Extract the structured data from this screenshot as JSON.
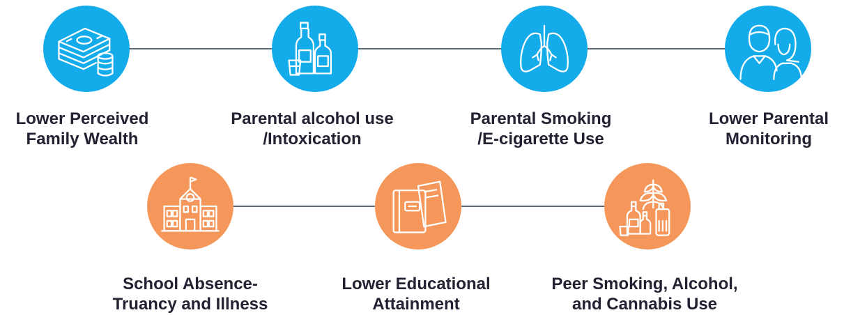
{
  "top_row": [
    {
      "id": "wealth",
      "icon": "money-stack-icon",
      "color": "#14abea",
      "label": [
        "Lower Perceived",
        "Family Wealth"
      ]
    },
    {
      "id": "parental-alcohol",
      "icon": "alcohol-bottles-icon",
      "color": "#14abea",
      "label": [
        "Parental alcohol use",
        "/Intoxication"
      ]
    },
    {
      "id": "parental-smoking",
      "icon": "lungs-icon",
      "color": "#14abea",
      "label": [
        "Parental Smoking",
        "/E-cigarette Use"
      ]
    },
    {
      "id": "parental-monitoring",
      "icon": "parent-child-icon",
      "color": "#14abea",
      "label": [
        "Lower Parental",
        "Monitoring"
      ]
    }
  ],
  "bottom_row": [
    {
      "id": "school-absence",
      "icon": "school-building-icon",
      "color": "#f5975a",
      "label": [
        "School Absence-",
        "Truancy and Illness"
      ]
    },
    {
      "id": "education",
      "icon": "notebooks-icon",
      "color": "#f5975a",
      "label": [
        "Lower Educational",
        "Attainment"
      ]
    },
    {
      "id": "peer-use",
      "icon": "cannabis-alcohol-vape-icon",
      "color": "#f5975a",
      "label": [
        "Peer Smoking, Alcohol,",
        "and Cannabis Use"
      ]
    }
  ]
}
